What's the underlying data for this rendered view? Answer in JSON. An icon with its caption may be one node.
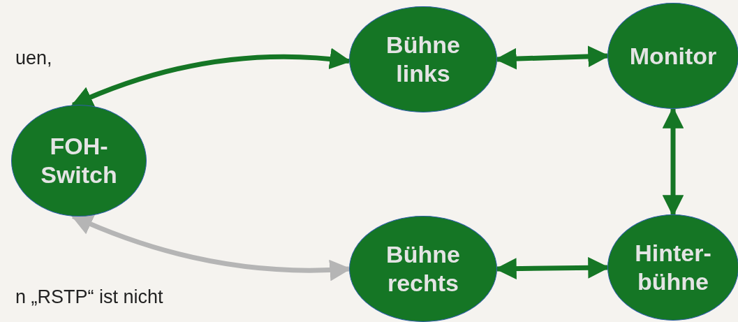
{
  "diagram": {
    "nodes": [
      {
        "text": [
          "FOH-Switch"
        ]
      },
      {
        "text": [
          "Bühne links"
        ]
      },
      {
        "text": [
          "Monitor"
        ]
      },
      {
        "text": [
          "Bühne rechts"
        ]
      },
      {
        "text": [
          "Hinter- bühne"
        ]
      }
    ],
    "edges": [
      {
        "from": 0,
        "to": 1,
        "arrow": "both"
      },
      {
        "from": 1,
        "to": 2,
        "arrow": "both"
      },
      {
        "from": 2,
        "to": 4,
        "arrow": "both"
      },
      {
        "from": 3,
        "to": 4,
        "arrow": "both"
      },
      {
        "from": 0,
        "to": 3,
        "arrow": "both",
        "color": "#b5b5b5"
      }
    ],
    "labels": [
      "uen,",
      "n „RSTP“ ist nicht"
    ]
  }
}
